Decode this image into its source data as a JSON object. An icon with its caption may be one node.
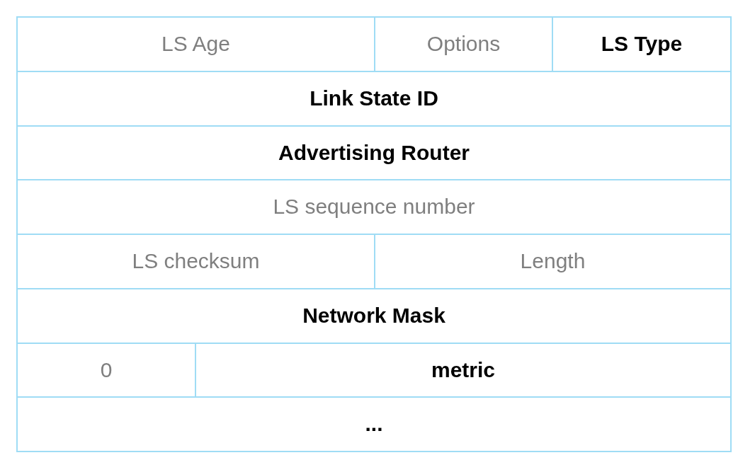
{
  "diagram": {
    "nodes": [
      {
        "text": [
          "LS Age"
        ]
      },
      {
        "text": [
          "Options"
        ]
      },
      {
        "text": [
          "LS Type"
        ]
      },
      {
        "text": [
          "Link State ID"
        ]
      },
      {
        "text": [
          "Advertising Router"
        ]
      },
      {
        "text": [
          "LS sequence number"
        ]
      },
      {
        "text": [
          "LS checksum"
        ]
      },
      {
        "text": [
          "Length"
        ]
      },
      {
        "text": [
          "Network Mask"
        ]
      },
      {
        "text": [
          "0"
        ]
      },
      {
        "text": [
          "metric"
        ]
      },
      {
        "text": [
          "..."
        ]
      }
    ]
  }
}
